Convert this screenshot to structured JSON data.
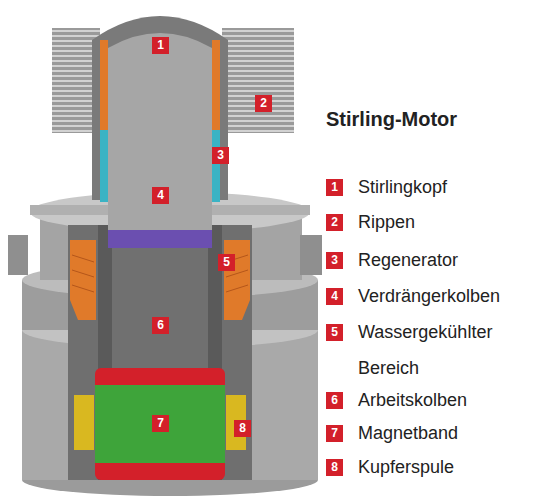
{
  "diagram": {
    "title": "Stirling-Motor",
    "labels": [
      "1",
      "2",
      "3",
      "4",
      "5",
      "6",
      "7",
      "8",
      "1",
      "Stirlingkopf",
      "2",
      "Rippen",
      "3",
      "Regenerator",
      "4",
      "Verdrängerkolben",
      "5",
      "Wassergekühlter Bereich",
      "6",
      "Arbeitskolben",
      "7",
      "Magnetband",
      "8",
      "Kupferspule"
    ]
  }
}
